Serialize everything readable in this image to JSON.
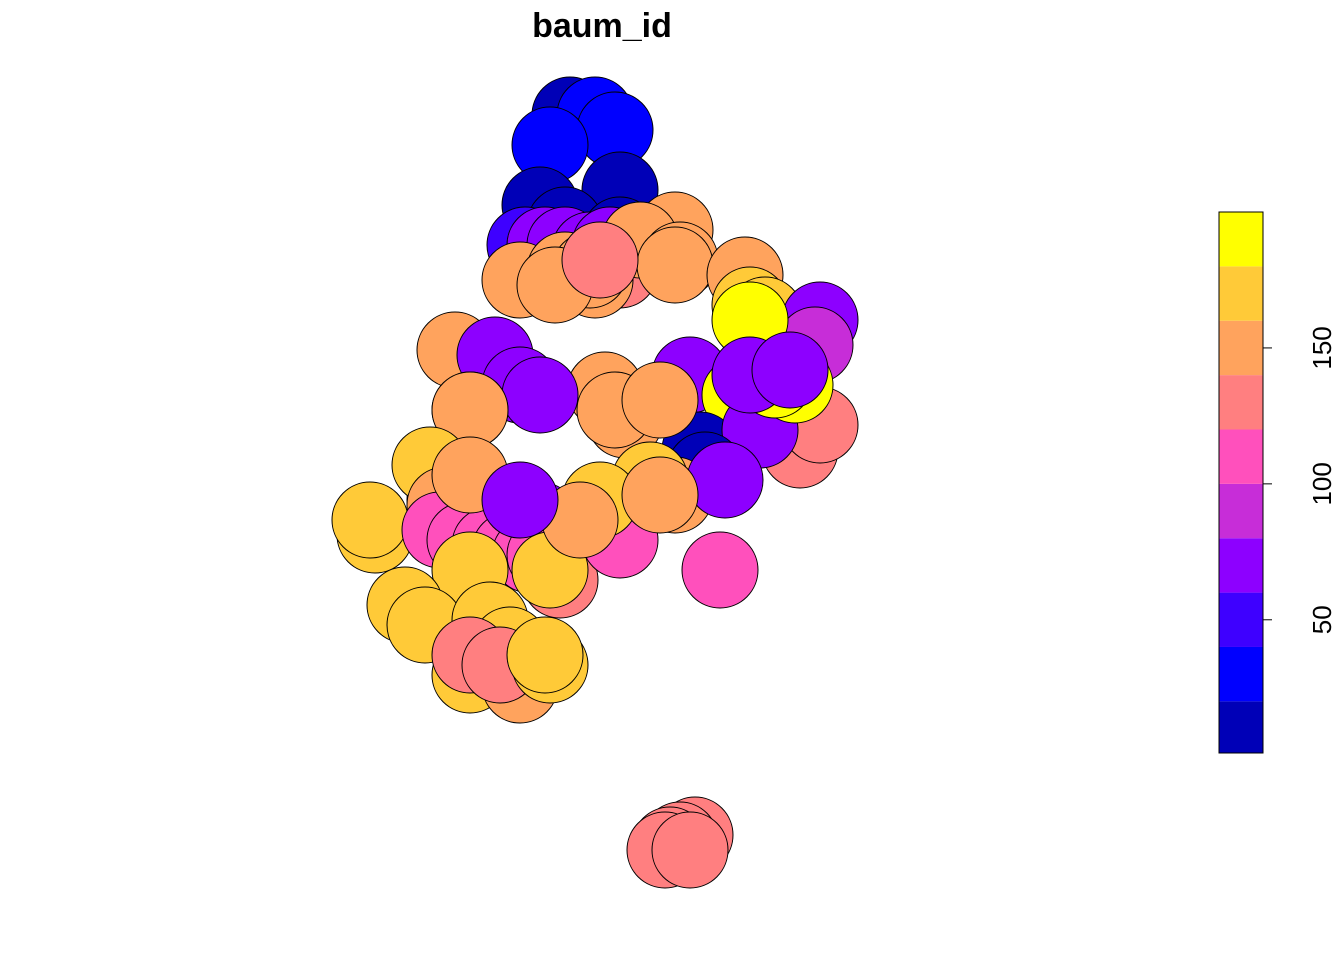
{
  "chart_data": {
    "type": "scatter",
    "title": "baum_id",
    "xlabel": "",
    "ylabel": "",
    "grid": false,
    "legend": {
      "type": "colorbar",
      "placement": "right",
      "range": [
        1,
        200
      ],
      "breaks": [
        1,
        20,
        40,
        60,
        80,
        100,
        120,
        140,
        160,
        180,
        200
      ],
      "colors": [
        "#0000B7",
        "#0000FF",
        "#3E00FF",
        "#8D00FF",
        "#C72DD8",
        "#FF50BC",
        "#FF7F80",
        "#FFA35D",
        "#FFCA38",
        "#FFFF00"
      ],
      "ticks": [
        50,
        100,
        150
      ],
      "tick_labels": [
        "50",
        "100",
        "150"
      ]
    },
    "x": [
      570,
      595,
      615,
      550,
      620,
      540,
      565,
      620,
      525,
      545,
      565,
      590,
      610,
      675,
      620,
      595,
      520,
      565,
      590,
      640,
      555,
      680,
      675,
      745,
      600,
      455,
      495,
      750,
      765,
      820,
      815,
      750,
      520,
      605,
      540,
      690,
      470,
      625,
      805,
      800,
      740,
      445,
      460,
      470,
      820,
      700,
      760,
      470,
      795,
      775,
      615,
      660,
      750,
      790,
      430,
      470,
      500,
      445,
      705,
      540,
      675,
      605,
      725,
      650,
      375,
      370,
      440,
      465,
      490,
      510,
      530,
      545,
      470,
      560,
      620,
      720,
      550,
      600,
      660,
      470,
      580,
      520,
      405,
      425,
      490,
      510,
      470,
      520,
      470,
      500,
      550,
      545,
      695,
      680,
      670,
      665,
      690
    ],
    "y": [
      115,
      115,
      130,
      145,
      190,
      205,
      225,
      235,
      245,
      245,
      245,
      250,
      245,
      230,
      270,
      280,
      280,
      270,
      270,
      240,
      285,
      260,
      265,
      275,
      260,
      350,
      355,
      305,
      315,
      320,
      345,
      320,
      385,
      390,
      395,
      375,
      410,
      420,
      420,
      450,
      395,
      500,
      470,
      480,
      425,
      450,
      430,
      410,
      385,
      380,
      410,
      400,
      375,
      370,
      465,
      505,
      520,
      505,
      470,
      520,
      495,
      510,
      480,
      480,
      535,
      520,
      530,
      540,
      545,
      550,
      555,
      555,
      570,
      580,
      540,
      570,
      570,
      500,
      495,
      475,
      520,
      500,
      605,
      625,
      620,
      645,
      675,
      685,
      655,
      665,
      665,
      655,
      835,
      840,
      845,
      850,
      850
    ],
    "values": [
      20,
      25,
      25,
      25,
      20,
      10,
      10,
      10,
      60,
      70,
      70,
      70,
      70,
      145,
      130,
      145,
      145,
      145,
      145,
      145,
      145,
      145,
      145,
      145,
      130,
      145,
      70,
      165,
      165,
      80,
      85,
      195,
      70,
      145,
      70,
      80,
      145,
      145,
      120,
      130,
      195,
      80,
      160,
      160,
      140,
      10,
      80,
      160,
      195,
      195,
      145,
      145,
      80,
      80,
      165,
      145,
      120,
      145,
      10,
      80,
      160,
      130,
      70,
      165,
      165,
      165,
      120,
      120,
      120,
      120,
      120,
      120,
      165,
      140,
      120,
      120,
      165,
      165,
      160,
      145,
      160,
      80,
      165,
      165,
      165,
      165,
      165,
      160,
      140,
      140,
      165,
      165,
      130,
      130,
      130,
      130,
      130
    ]
  }
}
